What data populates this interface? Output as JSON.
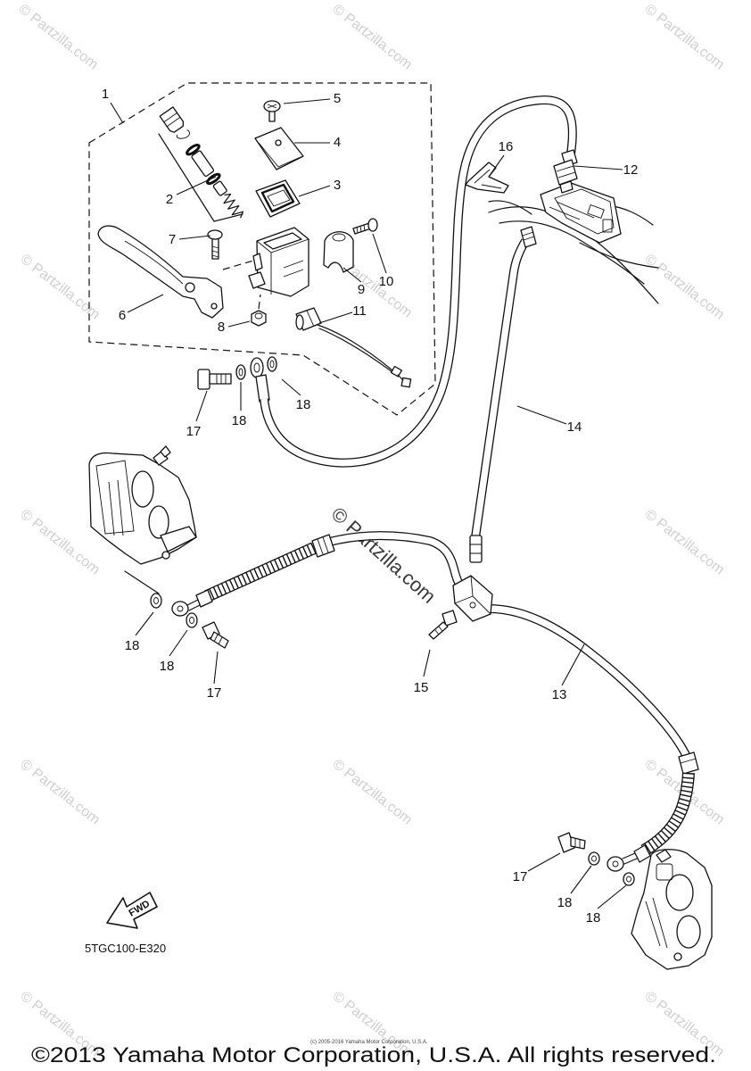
{
  "callouts": [
    "1",
    "2",
    "3",
    "4",
    "5",
    "6",
    "7",
    "8",
    "9",
    "10",
    "11",
    "12",
    "13",
    "14",
    "15",
    "16",
    "17",
    "17",
    "17",
    "18",
    "18",
    "18",
    "18",
    "18",
    "18"
  ],
  "diagram_code": "5TGC100-E320",
  "fwd_label": "FWD",
  "copyright": "©2013 Yamaha Motor Corporation, U.S.A. All rights reserved.",
  "fine_print": "(c) 2005-2016 Yamaha Motor Corporation, U.S.A.",
  "watermark": "© Partzilla.com",
  "colors": {
    "line": "#111111",
    "background": "#ffffff",
    "watermark": "#cfcfcf"
  }
}
